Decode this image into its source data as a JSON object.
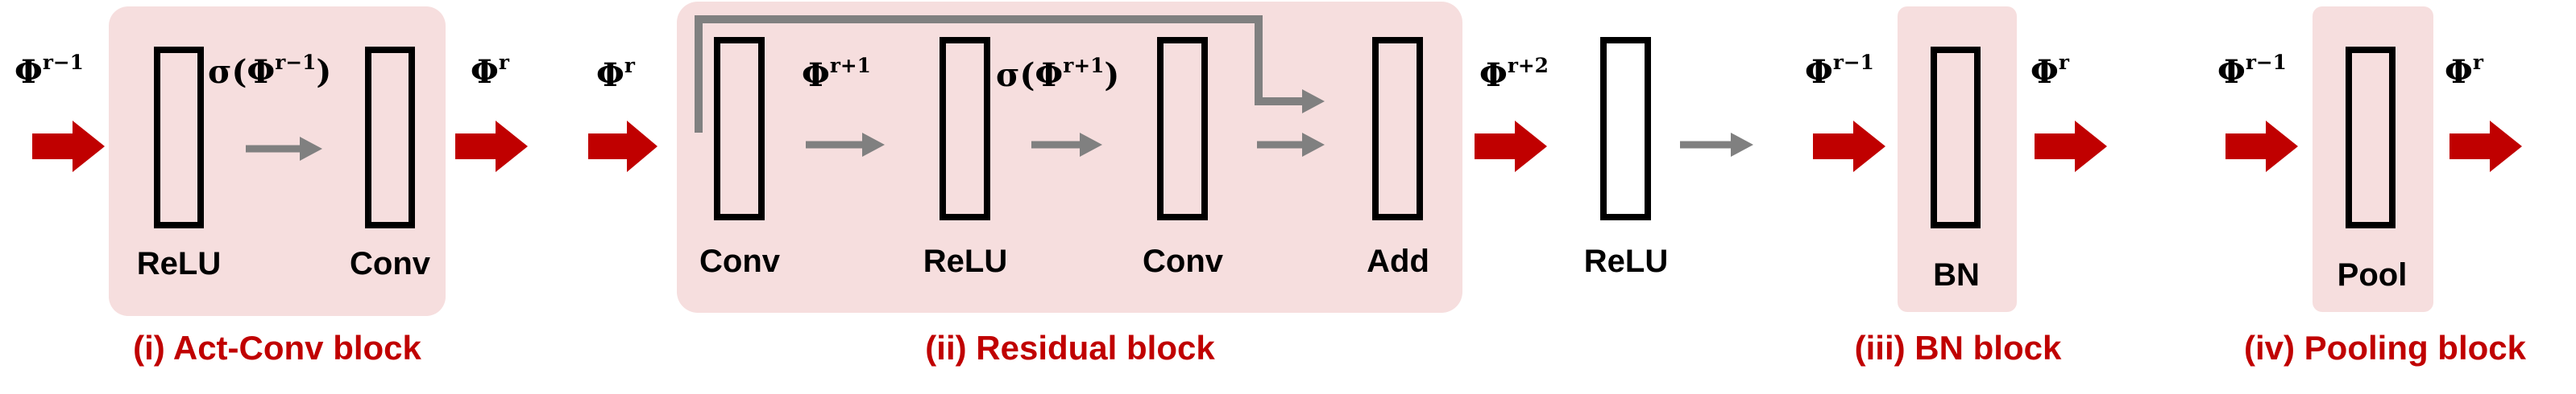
{
  "colors": {
    "block_fill": "#f6dede",
    "red_arrow": "#c00000",
    "gray_arrow": "#808080",
    "caption": "#c00000"
  },
  "blocks": {
    "act_conv": {
      "caption": "(i) Act-Conv block",
      "input_label": {
        "base": "Φ",
        "sup": "r−1"
      },
      "mid_label": {
        "pre": "σ(Φ",
        "sup": "r−1",
        "post": ")"
      },
      "output_label": {
        "base": "Φ",
        "sup": "r"
      },
      "layer1": "ReLU",
      "layer2": "Conv"
    },
    "residual": {
      "caption": "(ii) Residual block",
      "input_label": {
        "base": "Φ",
        "sup": "r"
      },
      "mid_label_1": {
        "base": "Φ",
        "sup": "r+1"
      },
      "mid_label_2": {
        "pre": "σ(Φ",
        "sup": "r+1",
        "post": ")"
      },
      "output_label": {
        "base": "Φ",
        "sup": "r+2"
      },
      "layer1": "Conv",
      "layer2": "ReLU",
      "layer3": "Conv",
      "layer4": "Add",
      "after_layer": "ReLU"
    },
    "bn": {
      "caption": "(iii) BN block",
      "input_label": {
        "base": "Φ",
        "sup": "r−1"
      },
      "output_label": {
        "base": "Φ",
        "sup": "r"
      },
      "layer1": "BN"
    },
    "pooling": {
      "caption": "(iv) Pooling block",
      "input_label": {
        "base": "Φ",
        "sup": "r−1"
      },
      "output_label": {
        "base": "Φ",
        "sup": "r"
      },
      "layer1": "Pool"
    }
  }
}
